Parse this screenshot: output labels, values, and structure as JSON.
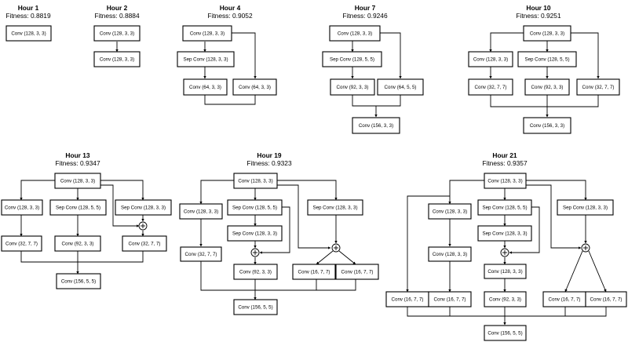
{
  "panels": [
    {
      "title": "Hour 1",
      "fitness": "Fitness: 0.8819"
    },
    {
      "title": "Hour 2",
      "fitness": "Fitness: 0.8884"
    },
    {
      "title": "Hour 4",
      "fitness": "Fitness: 0.9052"
    },
    {
      "title": "Hour 7",
      "fitness": "Fitness: 0.9246"
    },
    {
      "title": "Hour 10",
      "fitness": "Fitness: 0.9251"
    },
    {
      "title": "Hour 13",
      "fitness": "Fitness: 0.9347"
    },
    {
      "title": "Hour 19",
      "fitness": "Fitness: 0.9323"
    },
    {
      "title": "Hour 21",
      "fitness": "Fitness: 0.9357"
    }
  ],
  "nodes": {
    "h1_n1": "Conv (128, 3, 3)",
    "h2_n1": "Conv (128, 3, 3)",
    "h2_n2": "Conv (128, 3, 3)",
    "h4_n1": "Conv (128, 3, 3)",
    "h4_n2": "Sep Conv (128, 3, 3)",
    "h4_n3": "Conv (64, 3, 3)",
    "h4_n4": "Conv (64, 3, 3)",
    "h7_n1": "Conv (128, 3, 3)",
    "h7_n2": "Sep Conv (128, 5, 5)",
    "h7_n3": "Conv (92, 3, 3)",
    "h7_n4": "Conv (64, 5, 5)",
    "h7_n5": "Conv (156, 3, 3)",
    "h10_n1": "Conv (128, 3, 3)",
    "h10_n2": "Conv (128, 3, 3)",
    "h10_n3": "Sep Conv (128, 5, 5)",
    "h10_n4": "Conv (32, 7, 7)",
    "h10_n5": "Conv (92, 3, 3)",
    "h10_n6": "Conv (32, 7, 7)",
    "h10_n7": "Conv (156, 3, 3)",
    "h13_n1": "Conv (128, 3, 3)",
    "h13_n2": "Conv (128, 3, 3)",
    "h13_n3": "Sep Conv (128, 5, 5)",
    "h13_n4": "Sep Conv (128, 3, 3)",
    "h13_n5": "Conv (32, 7, 7)",
    "h13_n6": "Conv (92, 3, 3)",
    "h13_n7": "Conv (32, 7, 7)",
    "h13_n8": "Conv (156, 5, 5)",
    "h19_n1": "Conv (128, 3, 3)",
    "h19_n2": "Conv (128, 3, 3)",
    "h19_n3": "Sep Conv (128, 5, 5)",
    "h19_n4": "Sep Conv (128, 3, 3)",
    "h19_n5": "Sep Conv (128, 3, 3)",
    "h19_n6": "Conv (32, 7, 7)",
    "h19_n7": "Conv (92, 3, 3)",
    "h19_n8": "Conv (16, 7, 7)",
    "h19_n9": "Conv (16, 7, 7)",
    "h19_n10": "Conv (156, 5, 5)",
    "h21_n1": "Conv (128, 3, 3)",
    "h21_n2": "Conv (128, 3, 3)",
    "h21_n3": "Sep Conv (128, 5, 5)",
    "h21_n4": "Sep Conv (128, 3, 3)",
    "h21_n5": "Sep Conv (128, 3, 3)",
    "h21_n6": "Conv (128, 3, 3)",
    "h21_n7": "Conv (128, 3, 3)",
    "h21_n8": "Conv (16, 7, 7)",
    "h21_n9": "Conv (16, 7, 7)",
    "h21_n10": "Conv (92, 3, 3)",
    "h21_n11": "Conv (16, 7, 7)",
    "h21_n12": "Conv (16, 7, 7)",
    "h21_n13": "Conv (156, 5, 5)"
  }
}
